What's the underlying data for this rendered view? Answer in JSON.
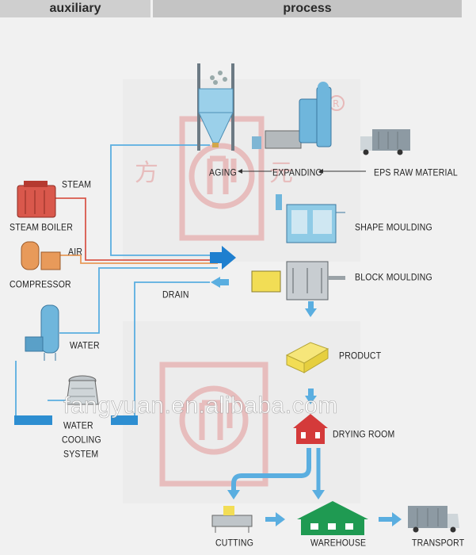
{
  "header": {
    "auxiliary": "auxiliary",
    "process": "process"
  },
  "labels": {
    "aging": "AGING",
    "expanding": "EXPANDING",
    "eps_raw_material": "EPS RAW MATERIAL",
    "shape_moulding": "SHAPE MOULDING",
    "block_moulding": "BLOCK MOULDING",
    "product": "PRODUCT",
    "drying_room": "DRYING ROOM",
    "cutting": "CUTTING",
    "warehouse": "WAREHOUSE",
    "transport": "TRANSPORT",
    "steam": "STEAM",
    "steam_boiler": "STEAM BOILER",
    "air": "AIR",
    "compressor": "COMPRESSOR",
    "drain": "DRAIN",
    "water": "WATER",
    "water_cooling_line1": "WATER",
    "water_cooling_line2": "COOLING",
    "water_cooling_line3": "SYSTEM"
  },
  "watermark": "fangyuan.en.alibaba.com",
  "colors": {
    "flow_blue": "#5aaee0",
    "steam_red": "#d9584c",
    "air_orange": "#e89a5a",
    "logo_red": "#e7b9b9",
    "product_yellow": "#f2dd55",
    "house_red": "#d43a3a",
    "warehouse_green": "#1f9a52",
    "machine_blue": "#6fb6dc",
    "truck_grey": "#8d9aa3"
  },
  "icons": [
    "silo-icon",
    "expander-icon",
    "truck-icon",
    "moulding-machine-icon",
    "block-machine-icon",
    "boiler-icon",
    "compressor-icon",
    "water-tank-icon",
    "cooling-tower-icon",
    "product-block-icon",
    "drying-house-icon",
    "cutting-machine-icon",
    "warehouse-icon",
    "registered-mark-icon"
  ]
}
